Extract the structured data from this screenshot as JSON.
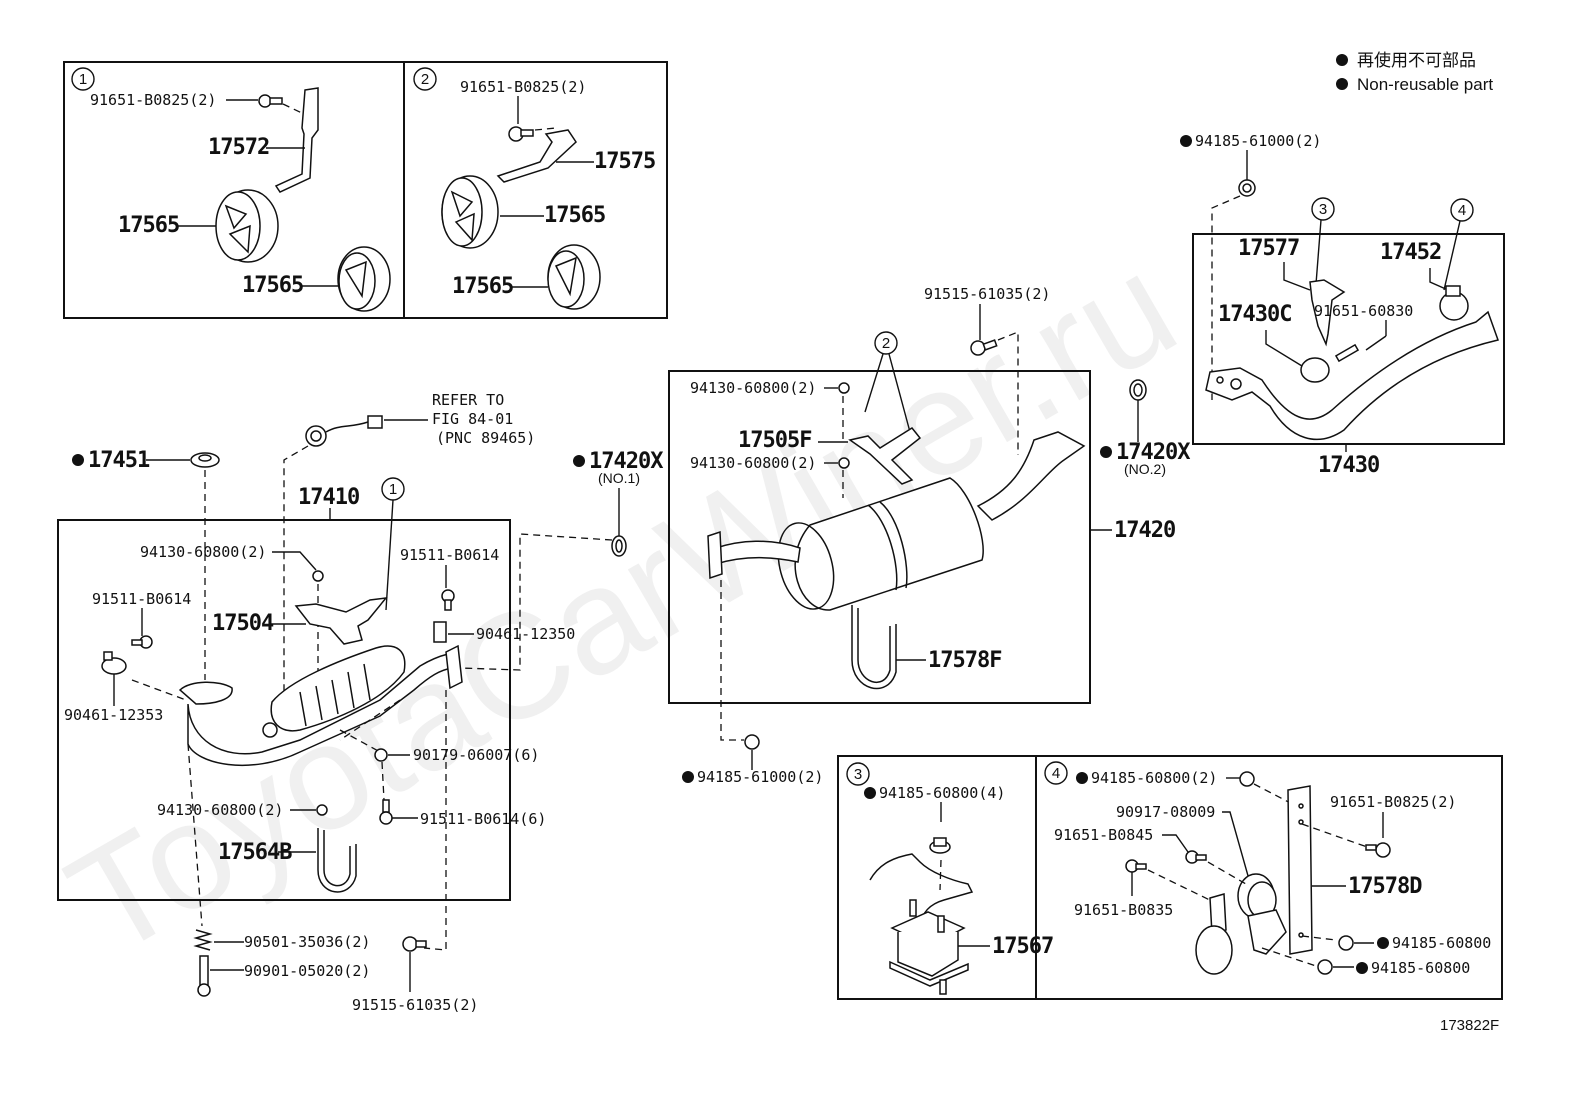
{
  "watermark": "ToyotaCarWiner.ru",
  "legend": {
    "line1": "再使用不可部品",
    "line2": "Non-reusable part",
    "marker": "filled-circle"
  },
  "figure_number": "173822F",
  "insets": {
    "inset1": {
      "number": "1",
      "labels": {
        "bolt": "91651-B0825(2)",
        "bracket": "17572",
        "hanger_a": "17565",
        "hanger_b": "17565"
      }
    },
    "inset2": {
      "number": "2",
      "labels": {
        "bolt": "91651-B0825(2)",
        "bracket": "17575",
        "hanger_a": "17565",
        "hanger_b": "17565"
      }
    },
    "inset3": {
      "number": "3",
      "labels": {
        "nut": "94185-60800(4)",
        "mount": "17567"
      }
    },
    "inset4": {
      "number": "4",
      "labels": {
        "nut_top": "94185-60800(2)",
        "damper": "90917-08009",
        "bolt_b0845": "91651-B0845",
        "bolt_b0835": "91651-B0835",
        "bolt_b0825": "91651-B0825(2)",
        "bracket": "17578D",
        "nut_mid": "94185-60800",
        "nut_low": "94185-60800"
      }
    }
  },
  "front_pipe": {
    "assembly": "17410",
    "callout": "1",
    "labels": {
      "gasket": "17451",
      "sensor_ref_line1": "REFER TO",
      "sensor_ref_line2": "FIG 84-01",
      "sensor_ref_line3": "(PNC 89465)",
      "nut_upper": "94130-60800(2)",
      "bolt_left": "91511-B0614",
      "bolt_right": "91511-B0614",
      "bracket": "17504",
      "clamp_right": "90461-12350",
      "clamp_left": "90461-12353",
      "nut_cat": "90179-06007(6)",
      "nut_lower": "94130-60800(2)",
      "bolt_cat": "91511-B0614(6)",
      "ubolt": "17564B",
      "spring": "90501-35036(2)",
      "stud": "90901-05020(2)",
      "bolt_joint": "91515-61035(2)"
    }
  },
  "gasket_no1": {
    "part": "17420X",
    "note": "(NO.1)"
  },
  "gasket_no2": {
    "part": "17420X",
    "note": "(NO.2)"
  },
  "muffler": {
    "assembly": "17420",
    "callout": "2",
    "labels": {
      "bolt_top": "91515-61035(2)",
      "nut_upper": "94130-60800(2)",
      "bracket": "17505F",
      "nut_lower": "94130-60800(2)",
      "ubolt": "17578F",
      "nut_bottom": "94185-61000(2)"
    }
  },
  "tail_pipe": {
    "assembly": "17430",
    "labels": {
      "nut_top": "94185-61000(2)",
      "bracket": "17577",
      "bracket_callout": "3",
      "clamp": "17452",
      "clamp_callout": "4",
      "hanger": "17430C",
      "bolt": "91651-60830"
    }
  }
}
